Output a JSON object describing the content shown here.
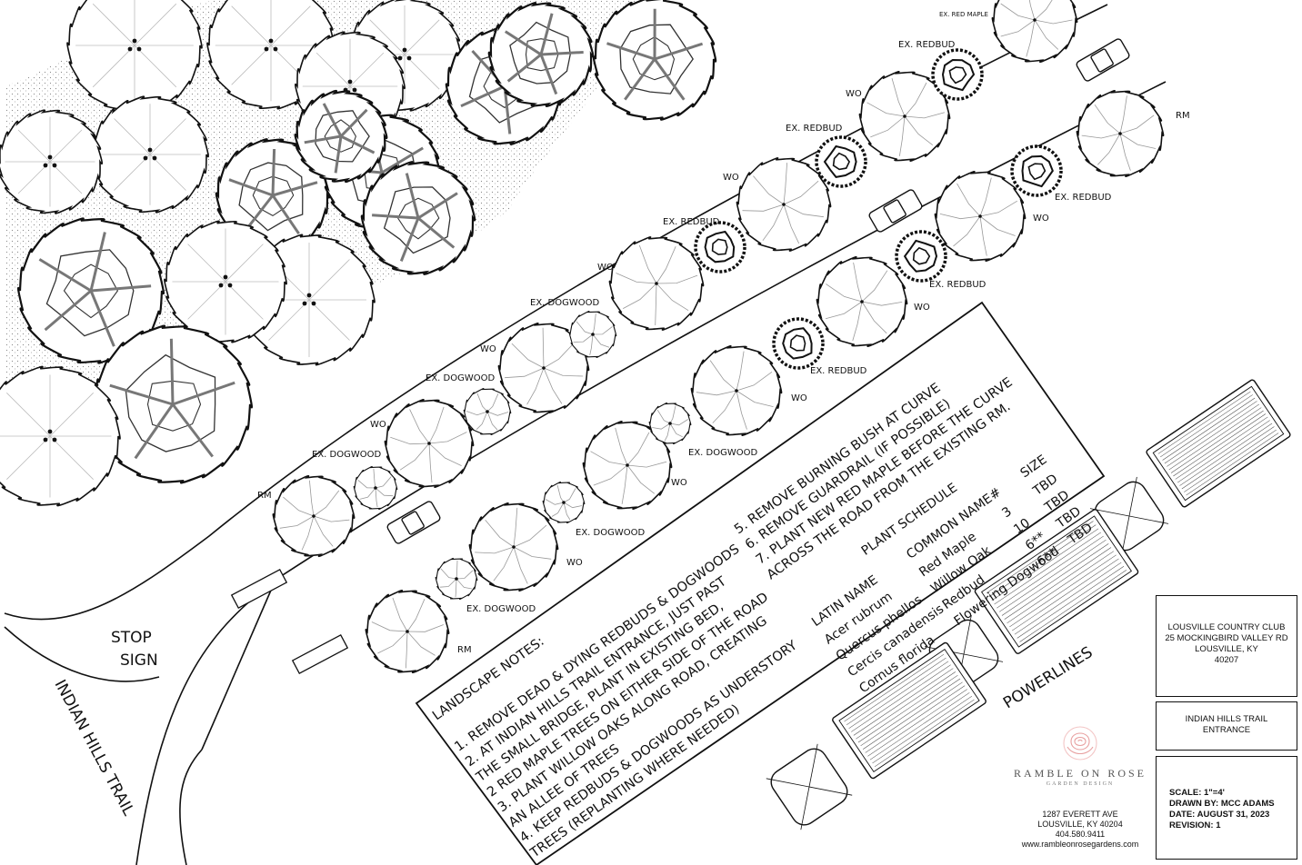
{
  "labels": {
    "ex_red_maple": "EX. RED MAPLE",
    "ex_redbud": "EX. REDBUD",
    "ex_dogwood": "EX. DOGWOOD",
    "wo": "WO",
    "rm": "RM",
    "stop_sign": [
      "STOP",
      "SIGN"
    ],
    "indian_hills_trail": "INDIAN HILLS TRAIL",
    "powerlines": "POWERLINES"
  },
  "landscape_notes": {
    "title": "LANDSCAPE NOTES:",
    "lines": [
      "1. REMOVE DEAD & DYING REDBUDS & DOGWOODS",
      "2. AT INDIAN HILLS TRAIL ENTRANCE, JUST PAST",
      "THE SMALL BRIDGE, PLANT  IN EXISTING BED,",
      "2 RED MAPLE TREES ON EITHER SIDE OF THE ROAD",
      "3. PLANT WILLOW OAKS ALONG ROAD, CREATING",
      "AN ALLEE OF TREES",
      "4. KEEP REDBUDS & DOGWOODS AS UNDERSTORY",
      "TREES (REPLANTING WHERE NEEDED)"
    ],
    "lines_b": [
      "5. REMOVE BURNING BUSH AT CURVE",
      "6. REMOVE GUARDRAIL (IF POSSIBLE)",
      "7. PLANT NEW RED MAPLE BEFORE THE CURVE",
      "ACROSS THE ROAD FROM THE EXISTING RM."
    ]
  },
  "plant_schedule": {
    "title": "PLANT SCHEDULE",
    "headers": {
      "latin": "LATIN NAME",
      "common": "COMMON NAME",
      "qty": "#",
      "size": "SIZE"
    },
    "rows": [
      {
        "latin": "Acer rubrum",
        "common": "Red Maple",
        "qty": "3",
        "size": "TBD"
      },
      {
        "latin": "Quercus phellos",
        "common": "Willow Oak",
        "qty": "10",
        "size": "TBD"
      },
      {
        "latin": "Cercis canadensis",
        "common": "Redbud",
        "qty": "6**",
        "size": "TBD"
      },
      {
        "latin": "Cornus florida",
        "common": "Flowering Dogwood",
        "qty": "6**",
        "size": "TBD"
      }
    ]
  },
  "title_block": {
    "client": [
      "LOUSVILLE COUNTRY CLUB",
      "25 MOCKINGBIRD VALLEY RD",
      "LOUSVILLE, KY",
      "40207"
    ],
    "project": [
      "INDIAN HILLS TRAIL",
      "ENTRANCE"
    ],
    "info": [
      "SCALE: 1\"=4'",
      "DRAWN BY: McC ADAMS",
      "DATE: AUGUST 31, 2023",
      "REVISION: 1"
    ]
  },
  "firm": {
    "name": "RAMBLE ON ROSE",
    "tagline": "GARDEN DESIGN",
    "address": [
      "1287 EVERETT AVE",
      "LOUSVILLE, KY  40204",
      "404.580.9411",
      "www.rambleonrosegardens.com"
    ],
    "logo_color": "#e8a0a0"
  }
}
